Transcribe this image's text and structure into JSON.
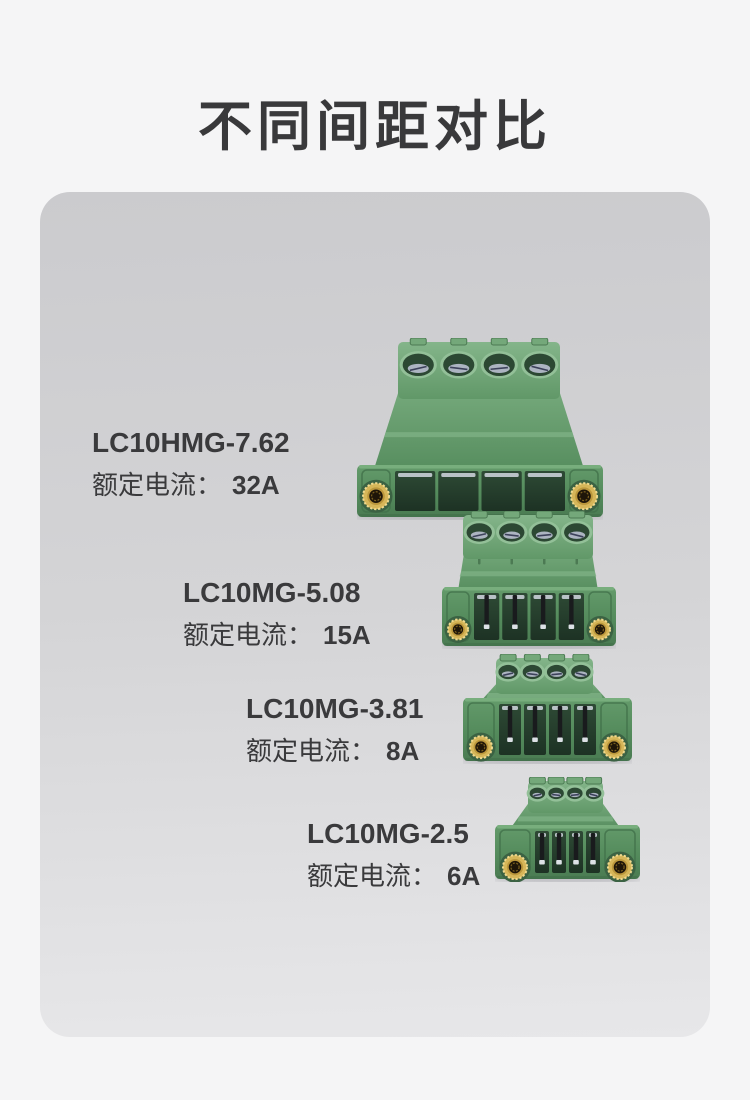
{
  "title": "不同间距对比",
  "products": [
    {
      "model": "LC10HMG-7.62",
      "current_label": "额定电流：",
      "current_value": "32A",
      "image_name": "terminal-block-7.62mm-pitch"
    },
    {
      "model": "LC10MG-5.08",
      "current_label": "额定电流：",
      "current_value": "15A",
      "image_name": "terminal-block-5.08mm-pitch"
    },
    {
      "model": "LC10MG-3.81",
      "current_label": "额定电流：",
      "current_value": "8A",
      "image_name": "terminal-block-3.81mm-pitch"
    },
    {
      "model": "LC10MG-2.5",
      "current_label": "额定电流：",
      "current_value": "6A",
      "image_name": "terminal-block-2.5mm-pitch"
    }
  ],
  "colors": {
    "page_bg": "#f5f5f6",
    "card_top": "#cbcbce",
    "card_bottom": "#e7e7e9",
    "text": "#3a3a3c",
    "connector_green": "#5f9566",
    "insert_gold": "#d6b659"
  }
}
